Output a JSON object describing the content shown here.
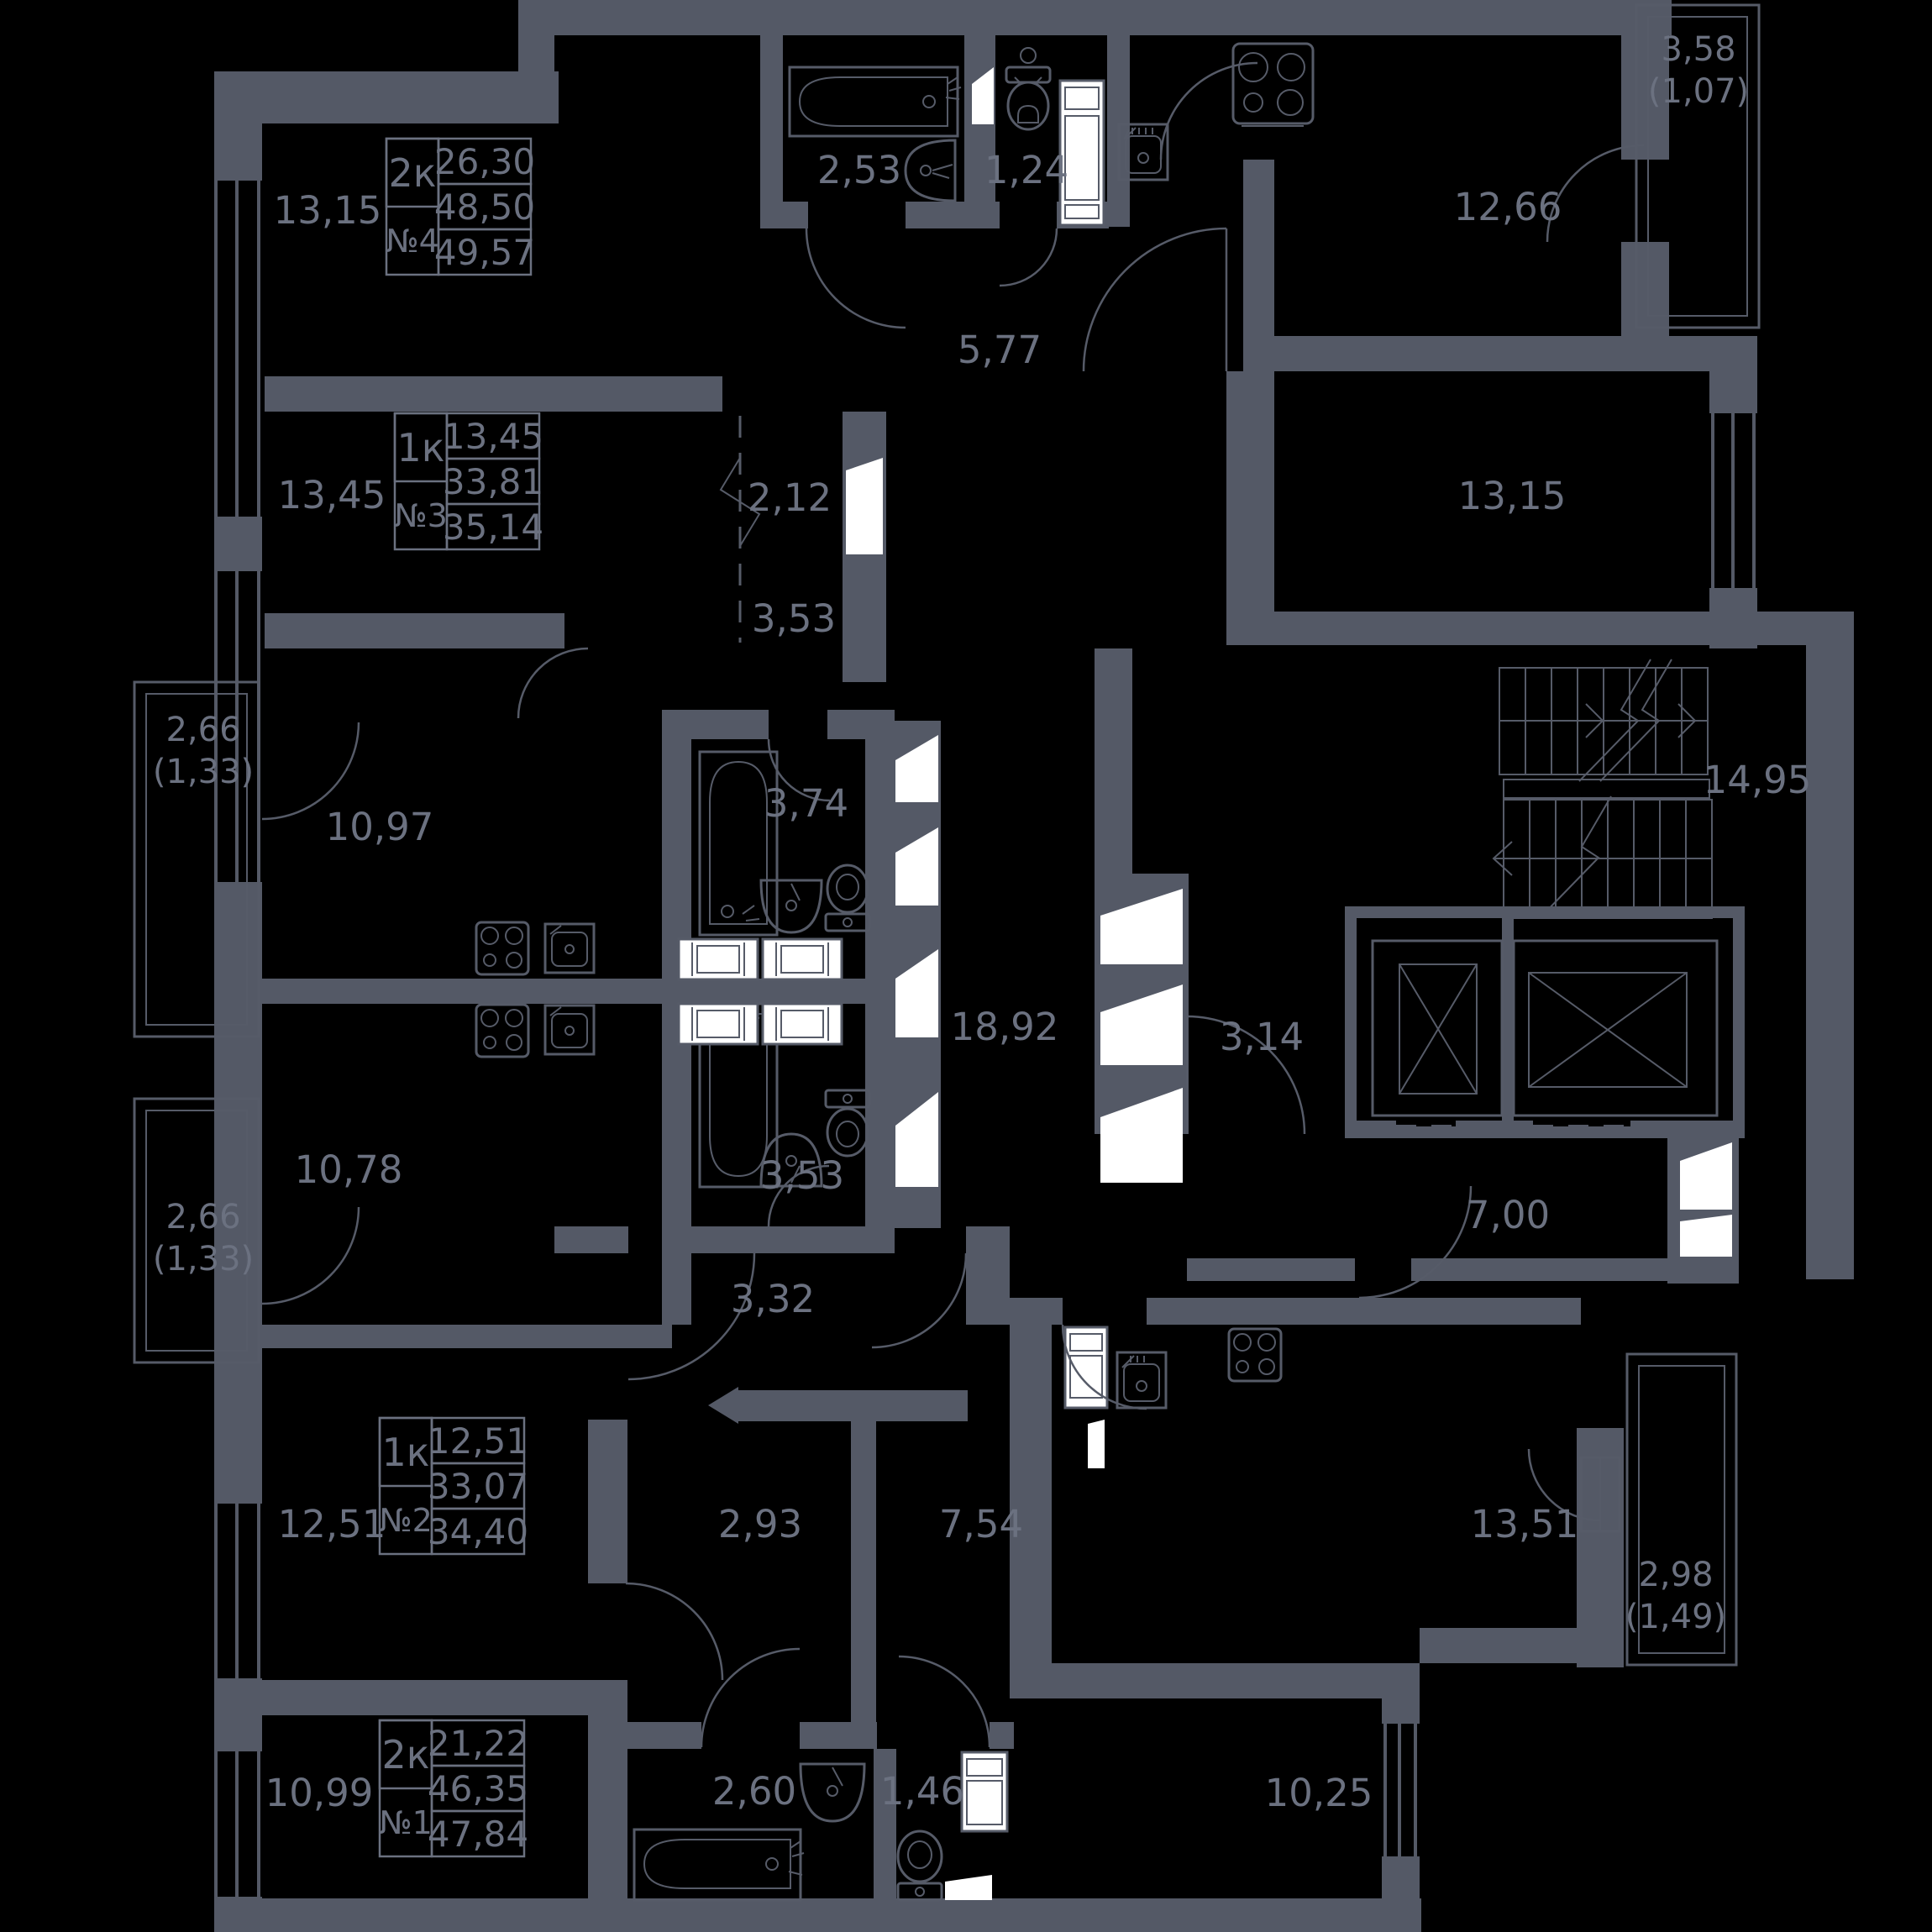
{
  "colors": {
    "background": "#000000",
    "walls": "#545966",
    "text": "#6b7180",
    "window_fill": "#ffffff"
  },
  "apartments": [
    {
      "type": "2к",
      "number": "№4",
      "living_area": "26,30",
      "area": "48,50",
      "total_area": "49,57"
    },
    {
      "type": "1к",
      "number": "№3",
      "living_area": "13,45",
      "area": "33,81",
      "total_area": "35,14"
    },
    {
      "type": "1к",
      "number": "№2",
      "living_area": "12,51",
      "area": "33,07",
      "total_area": "34,40"
    },
    {
      "type": "2к",
      "number": "№1",
      "living_area": "21,22",
      "area": "46,35",
      "total_area": "47,84"
    }
  ],
  "rooms": {
    "room_top_left": "13,15",
    "bathroom_top": "2,53",
    "wc_top": "1,24",
    "kitchen_top_right": "12,66",
    "balcony_top_right_area": "3,58",
    "balcony_top_right_half": "(1,07)",
    "hallway_top": "5,77",
    "room_left_2": "13,45",
    "corridor_2_12": "2,12",
    "hall_3_53_upper": "3,53",
    "room_right": "13,15",
    "staircase": "14,95",
    "balcony_left_upper_area": "2,66",
    "balcony_left_upper_half": "(1,33)",
    "kitchen_living_upper": "10,97",
    "bathroom_middle_upper": "3,74",
    "corridor_main": "18,92",
    "vestibule": "3,14",
    "elevator_lobby": "7,00",
    "kitchen_living_lower": "10,78",
    "bathroom_middle_lower": "3,53",
    "balcony_left_lower_area": "2,66",
    "balcony_left_lower_half": "(1,33)",
    "hall_3_32": "3,32",
    "room_left_3": "12,51",
    "corridor_2_93": "2,93",
    "corridor_7_54": "7,54",
    "kitchen_bottom_right": "13,51",
    "balcony_bottom_right_area": "2,98",
    "balcony_bottom_right_half": "(1,49)",
    "room_bottom_right": "10,25",
    "room_bottom_left": "10,99",
    "bathroom_bottom": "2,60",
    "wc_bottom": "1,46"
  }
}
